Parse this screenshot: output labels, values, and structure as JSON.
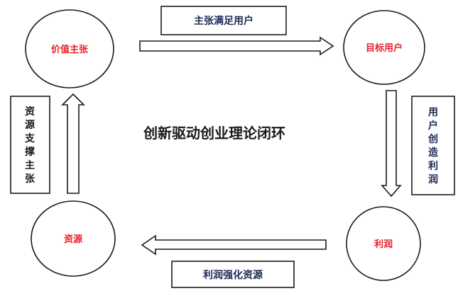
{
  "diagram": {
    "title": "创新驱动创业理论闭环",
    "nodes": {
      "value_proposition": "价值主张",
      "target_users": "目标用户",
      "profit": "利润",
      "resources": "资源"
    },
    "edges": {
      "top": "主张满足用户",
      "right": "用户创造利润",
      "bottom": "利润强化资源",
      "left": "资源支撑主张"
    },
    "colors": {
      "node_text": "#e8202a",
      "edge_text": "#1e2a55",
      "stroke": "#1a1a1a",
      "background": "#ffffff"
    }
  }
}
